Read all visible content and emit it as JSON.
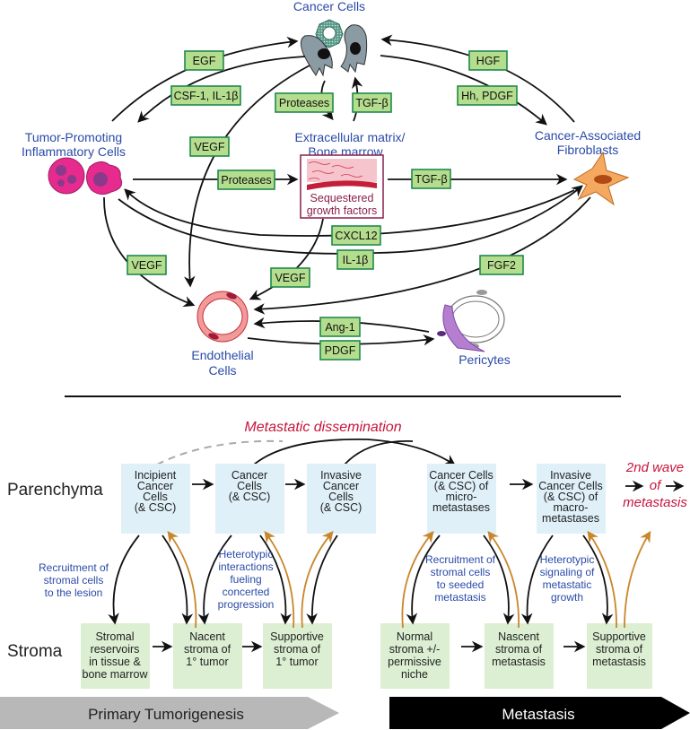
{
  "top_panel": {
    "nodes": {
      "cancer_cells": "Cancer Cells",
      "inflammatory_line1": "Tumor-Promoting",
      "inflammatory_line2": "Inflammatory Cells",
      "ecm_line1": "Extracellular matrix/",
      "ecm_line2": "Bone marrow",
      "sequestered_line1": "Sequestered",
      "sequestered_line2": "growth factors",
      "caf_line1": "Cancer-Associated",
      "caf_line2": "Fibroblasts",
      "endothelial_line1": "Endothelial",
      "endothelial_line2": "Cells",
      "pericytes": "Pericytes"
    },
    "signals": {
      "egf": "EGF",
      "csf1": "CSF-1, IL-1β",
      "vegf_cancer": "VEGF",
      "proteases_cancer": "Proteases",
      "tgfb_ecm": "TGF-β",
      "hgf": "HGF",
      "hh_pdgf": "Hh, PDGF",
      "proteases_inflam": "Proteases",
      "tgfb_caf": "TGF-β",
      "cxcl12": "CXCL12",
      "il1b": "IL-1β",
      "vegf_inflam": "VEGF",
      "vegf_ecm": "VEGF",
      "fgf2": "FGF2",
      "ang1": "Ang-1",
      "pdgf": "PDGF"
    }
  },
  "bottom_panel": {
    "metastatic_dissemination": "Metastatic dissemination",
    "second_wave": [
      "2nd wave",
      "of",
      "metastasis"
    ],
    "row_labels": {
      "parenchyma": "Parenchyma",
      "stroma": "Stroma"
    },
    "parenchyma_boxes": [
      [
        "Incipient",
        "Cancer",
        "Cells",
        "(& CSC)"
      ],
      [
        "Cancer",
        "Cells",
        "(& CSC)"
      ],
      [
        "Invasive",
        "Cancer",
        "Cells",
        "(& CSC)"
      ],
      [
        "Cancer Cells",
        "(& CSC) of",
        "micro-",
        "metastases"
      ],
      [
        "Invasive",
        "Cancer Cells",
        "(& CSC) of",
        "macro-",
        "metastases"
      ]
    ],
    "stroma_boxes": [
      [
        "Stromal",
        "reservoirs",
        "in tissue &",
        "bone marrow"
      ],
      [
        "Nacent",
        "stroma of",
        "1° tumor"
      ],
      [
        "Supportive",
        "stroma of",
        "1° tumor"
      ],
      [
        "Normal",
        "stroma +/-",
        "permissive",
        "niche"
      ],
      [
        "Nascent",
        "stroma of",
        "metastasis"
      ],
      [
        "Supportive",
        "stroma of",
        "metastasis"
      ]
    ],
    "annotations": [
      [
        "Recruitment of",
        "stromal cells",
        "to the lesion"
      ],
      [
        "Heterotypic",
        "interactions",
        "fueling",
        "concerted",
        "progression"
      ],
      [
        "Recruitment of",
        "stromal cells",
        "to seeded",
        "metastasis"
      ],
      [
        "Heterotypic",
        "signaling of",
        "metastatic",
        "growth"
      ]
    ],
    "phases": {
      "primary": "Primary Tumorigenesis",
      "metastasis": "Metastasis"
    }
  },
  "colors": {
    "signal_fill": "#b5dd8e",
    "signal_border": "#1f8a4c",
    "label_blue": "#2a4aa8",
    "parenchyma_box": "#dff0f8",
    "stroma_box": "#dcefd2",
    "orange_arrow": "#c9862a",
    "accent_red": "#c8143c",
    "primary_phase": "#b8b8b8",
    "metastasis_phase": "#000000"
  }
}
